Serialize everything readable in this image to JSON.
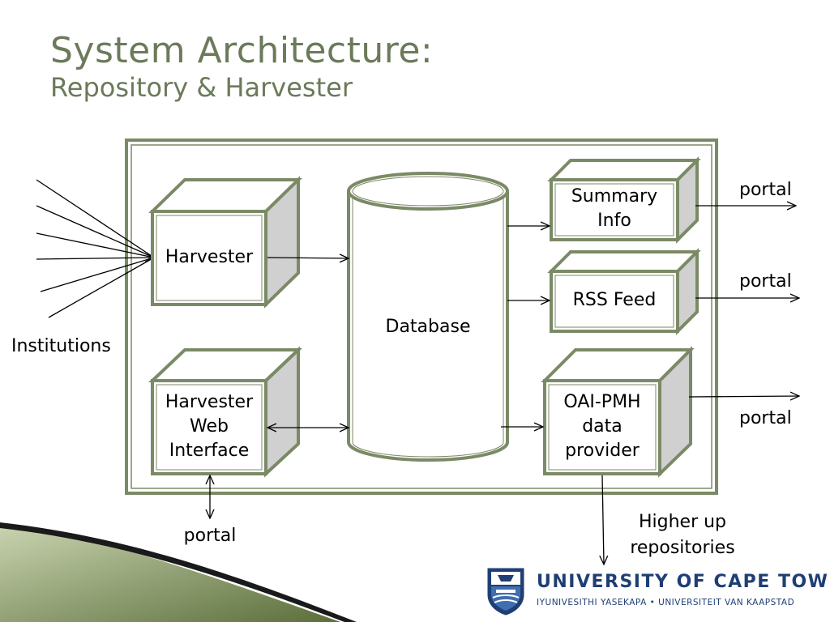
{
  "slide": {
    "title": "System Architecture:",
    "subtitle": "Repository & Harvester"
  },
  "diagram": {
    "nodes": {
      "harvester": "Harvester",
      "harvester_web_interface": [
        "Harvester",
        "Web",
        "Interface"
      ],
      "database": "Database",
      "summary_info": [
        "Summary",
        "Info"
      ],
      "rss_feed": "RSS Feed",
      "oai_pmh": [
        "OAI-PMH",
        "data",
        "provider"
      ]
    },
    "labels": {
      "institutions": "Institutions",
      "portal_summary": "portal",
      "portal_rss": "portal",
      "portal_oai": "portal",
      "portal_web": "portal",
      "higher_up": [
        "Higher up",
        "repositories"
      ]
    }
  },
  "logo": {
    "name": "UNIVERSITY OF CAPE TOWN",
    "sub": "IYUNIVESITHI YASEKAPA • UNIVERSITEIT VAN KAAPSTAD",
    "colors": {
      "primary": "#1f3f74",
      "accent": "#6b8e3a"
    }
  },
  "theme": {
    "frame_color": "#7b8a66",
    "title_color": "#6b7a5a"
  }
}
